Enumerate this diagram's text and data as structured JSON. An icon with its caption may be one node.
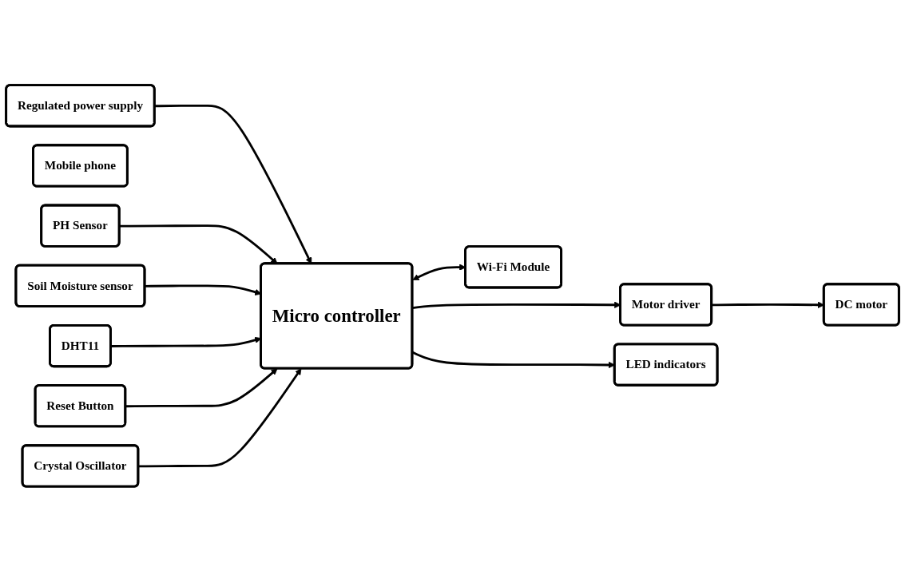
{
  "diagram": {
    "nodes": [
      {
        "text": [
          "Regulated power supply"
        ]
      },
      {
        "text": [
          "Mobile phone"
        ]
      },
      {
        "text": [
          "PH Sensor"
        ]
      },
      {
        "text": [
          "Micro controller"
        ]
      },
      {
        "text": [
          "Wi-Fi Module"
        ]
      },
      {
        "text": [
          "Soil Moisture sensor"
        ]
      },
      {
        "text": [
          "Reset Button"
        ]
      },
      {
        "text": [
          "DHT11"
        ]
      },
      {
        "text": [
          "Motor driver"
        ]
      },
      {
        "text": [
          "DC motor"
        ]
      },
      {
        "text": [
          "LED indicators"
        ]
      },
      {
        "text": [
          "Crystal Oscillator"
        ]
      }
    ],
    "edges": [
      {
        "from": 0,
        "to": 3,
        "arrow": "to"
      },
      {
        "from": 2,
        "to": 3,
        "arrow": "to"
      },
      {
        "from": 5,
        "to": 3,
        "arrow": "to"
      },
      {
        "from": 7,
        "to": 3,
        "arrow": "to"
      },
      {
        "from": 3,
        "to": 4,
        "arrow": "both"
      },
      {
        "from": 6,
        "to": 3,
        "arrow": "to"
      },
      {
        "from": 3,
        "to": 8,
        "arrow": "to"
      },
      {
        "from": 8,
        "to": 9,
        "arrow": "to"
      },
      {
        "from": 11,
        "to": 3,
        "arrow": "to"
      },
      {
        "from": 3,
        "to": 10,
        "arrow": "to"
      }
    ]
  }
}
